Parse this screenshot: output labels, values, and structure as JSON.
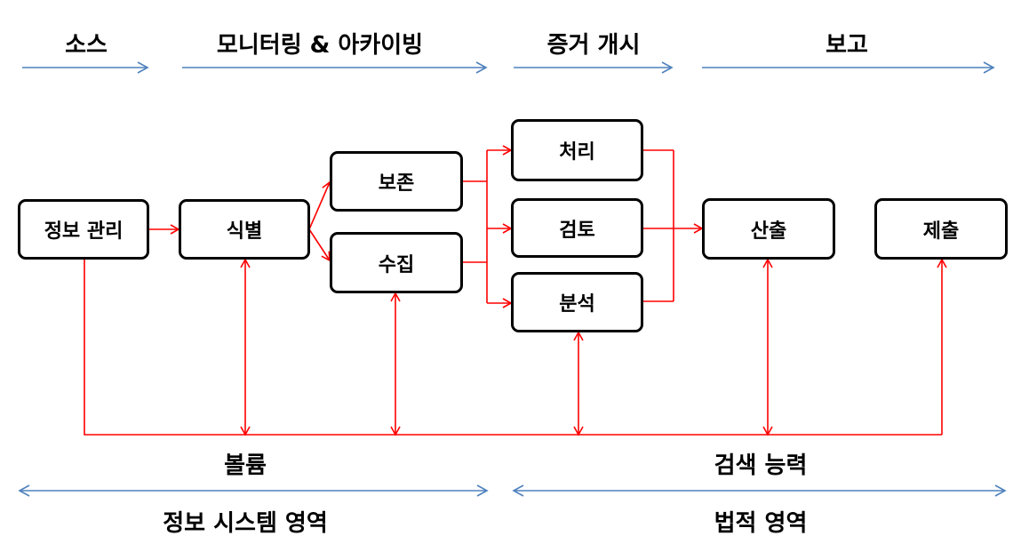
{
  "phases": {
    "source": "소스",
    "monitoring": "모니터링 & 아카이빙",
    "discovery": "증거 개시",
    "report": "보고"
  },
  "nodes": {
    "info_mgmt": "정보 관리",
    "identify": "식별",
    "preserve": "보존",
    "collect": "수집",
    "process": "처리",
    "review": "검토",
    "analyze": "분석",
    "produce": "산출",
    "present": "제출"
  },
  "bottom": {
    "volume": "볼륨",
    "search": "검색 능력",
    "info_system_area": "정보 시스템 영역",
    "legal_area": "법적 영역"
  },
  "colors": {
    "flow": "#ff0000",
    "phase_arrow": "#4f81bd",
    "box_border": "#000000"
  }
}
